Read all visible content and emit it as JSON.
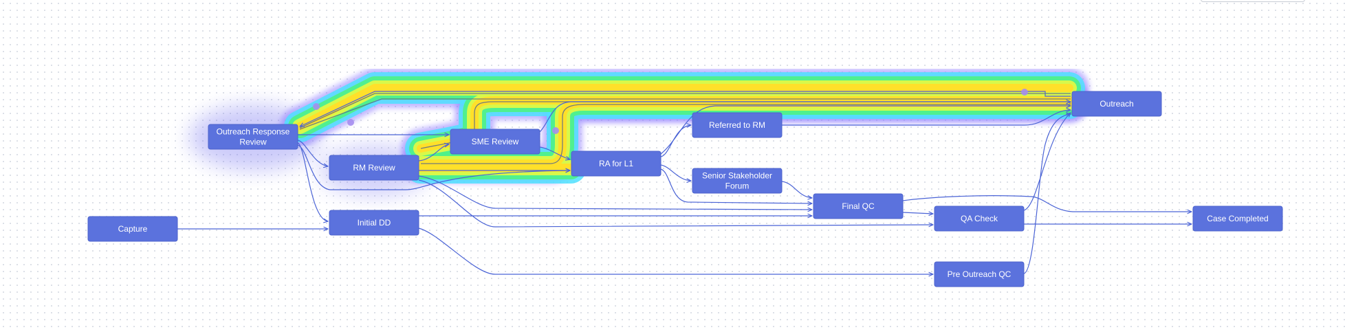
{
  "diagram": {
    "node_color": "#5b72dd",
    "edge_color": "#4a63d6",
    "nodes": [
      {
        "id": "capture",
        "label": [
          "Capture"
        ]
      },
      {
        "id": "outreach-response-review",
        "label": [
          "Outreach Response",
          "Review"
        ]
      },
      {
        "id": "rm-review",
        "label": [
          "RM Review"
        ]
      },
      {
        "id": "initial-dd",
        "label": [
          "Initial DD"
        ]
      },
      {
        "id": "sme-review",
        "label": [
          "SME Review"
        ]
      },
      {
        "id": "ra-for-l1",
        "label": [
          "RA for L1"
        ]
      },
      {
        "id": "referred-to-rm",
        "label": [
          "Referred to RM"
        ]
      },
      {
        "id": "senior-stakeholder-forum",
        "label": [
          "Senior Stakeholder",
          "Forum"
        ]
      },
      {
        "id": "final-qc",
        "label": [
          "Final QC"
        ]
      },
      {
        "id": "qa-check",
        "label": [
          "QA Check"
        ]
      },
      {
        "id": "pre-outreach-qc",
        "label": [
          "Pre Outreach QC"
        ]
      },
      {
        "id": "outreach",
        "label": [
          "Outreach"
        ]
      },
      {
        "id": "case-completed",
        "label": [
          "Case Completed"
        ]
      }
    ],
    "edges": [
      {
        "from": "capture",
        "to": "initial-dd"
      },
      {
        "from": "outreach-response-review",
        "to": "sme-review"
      },
      {
        "from": "outreach-response-review",
        "to": "rm-review"
      },
      {
        "from": "outreach-response-review",
        "to": "initial-dd"
      },
      {
        "from": "outreach-response-review",
        "to": "ra-for-l1"
      },
      {
        "from": "rm-review",
        "to": "sme-review"
      },
      {
        "from": "rm-review",
        "to": "ra-for-l1"
      },
      {
        "from": "rm-review",
        "to": "final-qc"
      },
      {
        "from": "rm-review",
        "to": "qa-check"
      },
      {
        "from": "initial-dd",
        "to": "final-qc"
      },
      {
        "from": "initial-dd",
        "to": "pre-outreach-qc"
      },
      {
        "from": "sme-review",
        "to": "ra-for-l1"
      },
      {
        "from": "sme-review",
        "to": "outreach"
      },
      {
        "from": "ra-for-l1",
        "to": "referred-to-rm"
      },
      {
        "from": "ra-for-l1",
        "to": "senior-stakeholder-forum"
      },
      {
        "from": "ra-for-l1",
        "to": "final-qc"
      },
      {
        "from": "ra-for-l1",
        "to": "outreach"
      },
      {
        "from": "referred-to-rm",
        "to": "outreach"
      },
      {
        "from": "senior-stakeholder-forum",
        "to": "final-qc"
      },
      {
        "from": "final-qc",
        "to": "qa-check"
      },
      {
        "from": "final-qc",
        "to": "case-completed"
      },
      {
        "from": "qa-check",
        "to": "outreach"
      },
      {
        "from": "qa-check",
        "to": "case-completed"
      },
      {
        "from": "pre-outreach-qc",
        "to": "outreach"
      },
      {
        "from": "outreach",
        "to": "outreach-response-review"
      }
    ],
    "highlighted_path": [
      "outreach-response-review",
      "rm-review",
      "ra-for-l1",
      "outreach"
    ]
  }
}
